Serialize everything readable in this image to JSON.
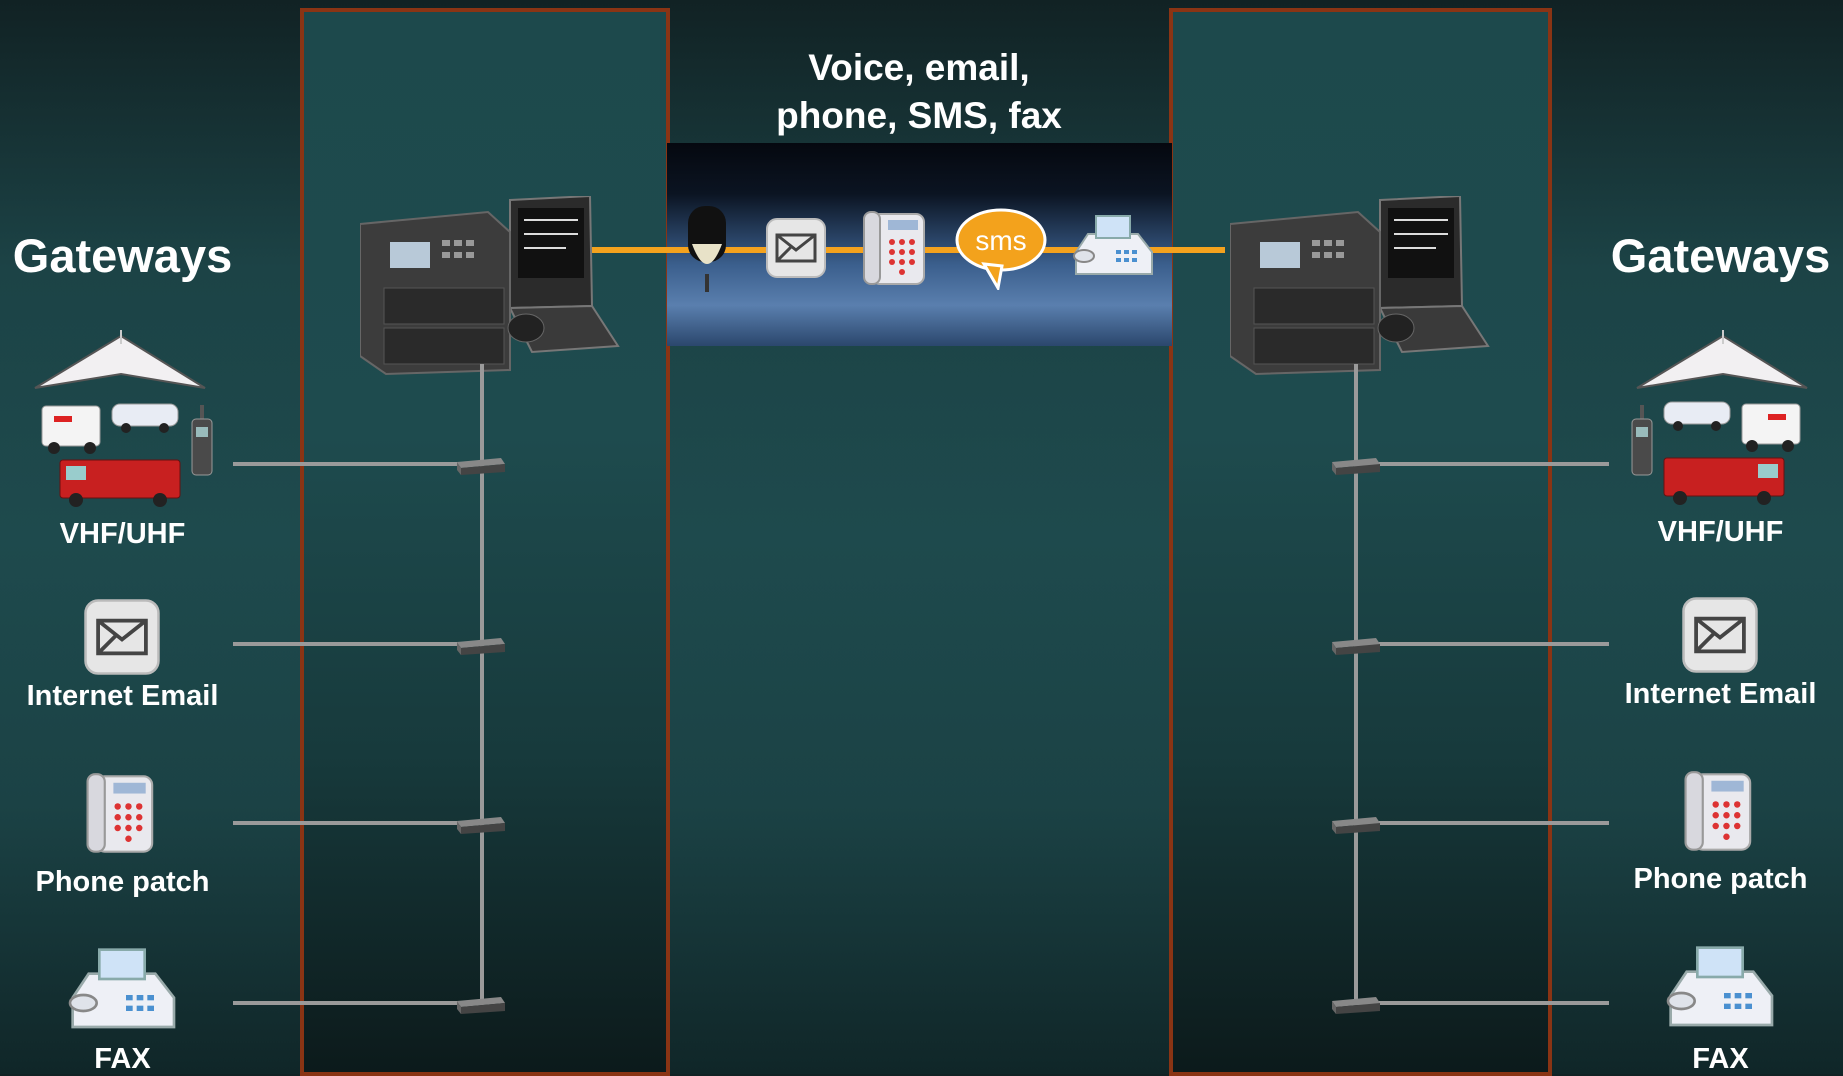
{
  "center_title_line1": "Voice, email,",
  "center_title_line2": "phone, SMS, fax",
  "left": {
    "title": "Gateways",
    "items": [
      "VHF/UHF",
      "Internet Email",
      "Phone patch",
      "FAX"
    ]
  },
  "right": {
    "title": "Gateways",
    "items": [
      "VHF/UHF",
      "Internet Email",
      "Phone patch",
      "FAX"
    ]
  },
  "banner_sms_text": "sms",
  "colors": {
    "panel_border": "#8a3414",
    "link_orange": "#f4a21e",
    "bus_gray": "#9a9a9a"
  },
  "icons": [
    "radio-station-icon",
    "microphone-icon",
    "envelope-icon",
    "desk-phone-icon",
    "sms-bubble-icon",
    "fax-machine-icon",
    "antenna-dish-icon",
    "emergency-vehicles-icon",
    "handheld-radio-icon"
  ]
}
